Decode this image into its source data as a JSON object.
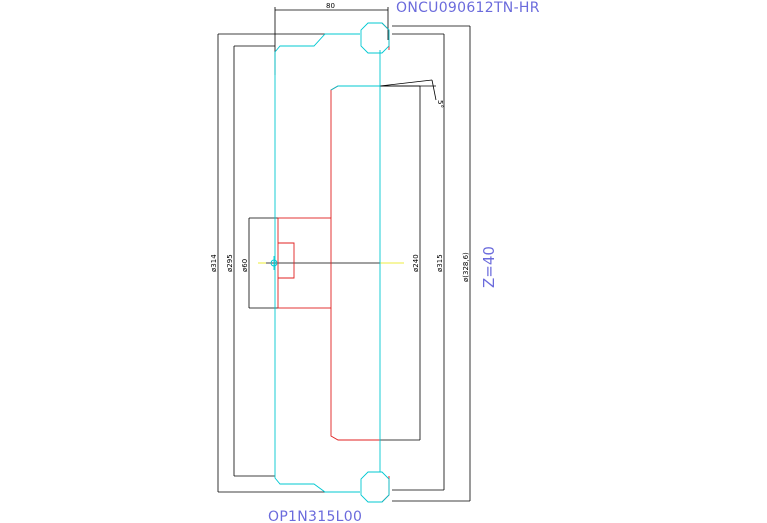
{
  "labels": {
    "insert_code": "ONCU090612TN-HR",
    "part_number": "OP1N315L00",
    "teeth": "Z=40",
    "width_dim": "80",
    "angle_dim": "5°",
    "d_314": "ø314",
    "d_295": "ø295",
    "d_60": "ø60",
    "d_240": "ø240",
    "d_315": "ø315",
    "d_328": "ø(328,6)"
  },
  "colors": {
    "dimension": "#000000",
    "outline": "#e02020",
    "insert": "#00c8d2",
    "label": "#6b6bdc",
    "axis": "#e8e800"
  }
}
